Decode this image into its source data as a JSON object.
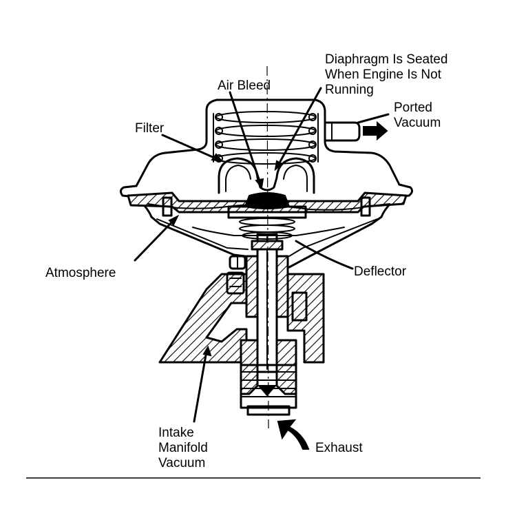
{
  "labels": {
    "diaphragm_line1": "Diaphragm Is Seated",
    "diaphragm_line2": "When Engine Is Not",
    "diaphragm_line3": "Running",
    "air_bleed": "Air Bleed",
    "ported_line1": "Ported",
    "ported_line2": "Vacuum",
    "filter": "Filter",
    "atmosphere": "Atmosphere",
    "deflector": "Deflector",
    "intake_line1": "Intake",
    "intake_line2": "Manifold",
    "intake_line3": "Vacuum",
    "exhaust": "Exhaust"
  }
}
